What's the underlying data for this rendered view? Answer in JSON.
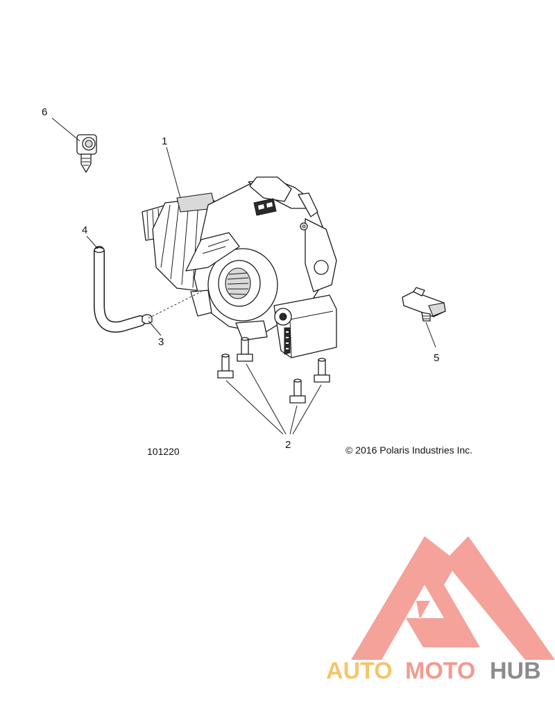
{
  "diagram": {
    "callouts": [
      "1",
      "2",
      "3",
      "4",
      "5",
      "6"
    ],
    "figure_number": "101220",
    "copyright": "© 2016 Polaris Industries Inc."
  },
  "watermark": {
    "word_auto": "AUTO",
    "word_moto": "MOTO",
    "word_hub": "HUB",
    "colors": {
      "logo": "#f4a29a",
      "auto": "#f6c56a",
      "moto": "#f29a8e",
      "hub": "#8c8c8c"
    }
  }
}
